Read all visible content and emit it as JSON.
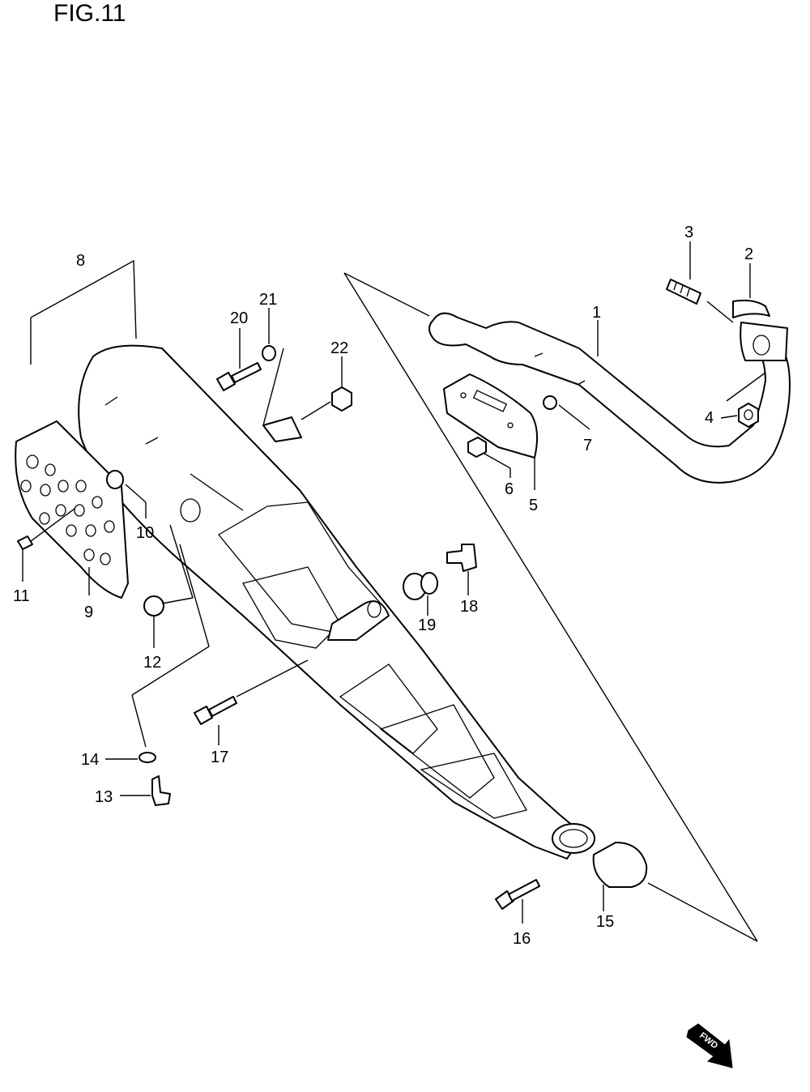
{
  "figure": {
    "title": "FIG.11"
  },
  "callouts": [
    "1",
    "2",
    "3",
    "4",
    "5",
    "6",
    "7",
    "8",
    "9",
    "10",
    "11",
    "12",
    "13",
    "14",
    "15",
    "16",
    "17",
    "18",
    "19",
    "20",
    "21",
    "22"
  ],
  "fwd_label": "FWD"
}
